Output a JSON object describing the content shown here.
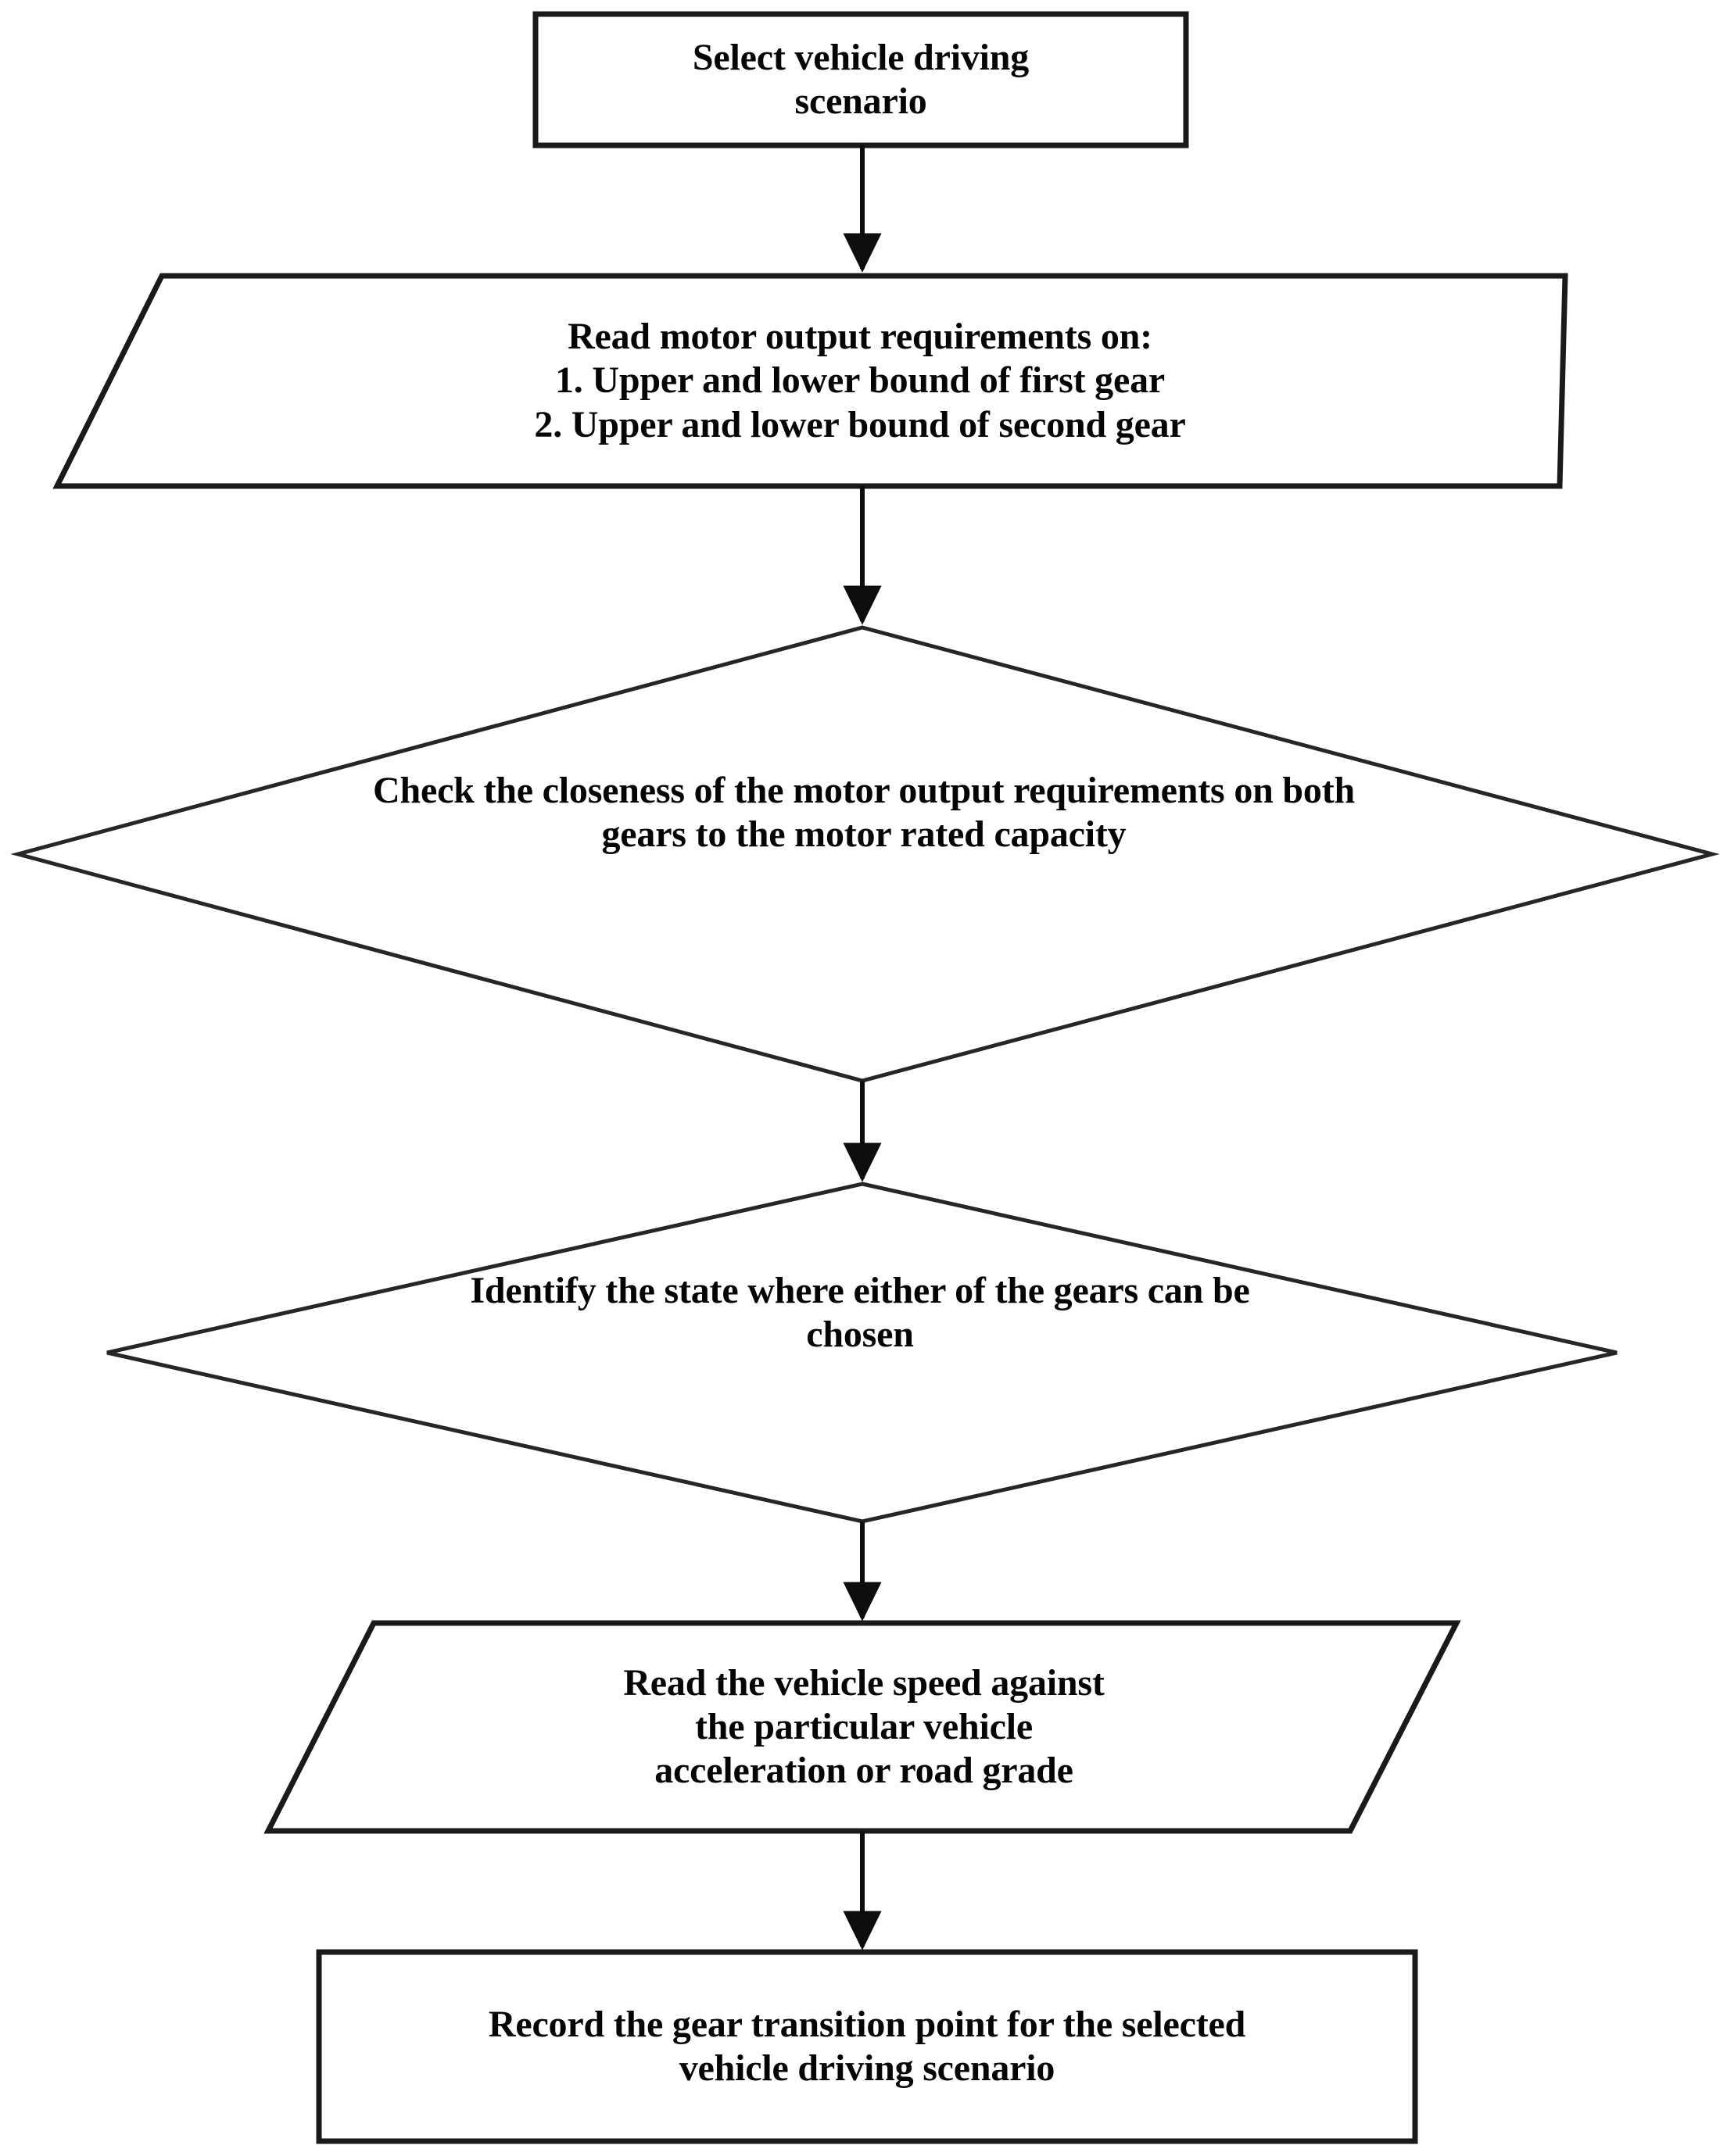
{
  "diagram": {
    "type": "flowchart",
    "title": "Gear transition point selection flowchart",
    "orientation": "top-to-bottom",
    "background_color": "#ffffff",
    "line_color": "#1a1a1a",
    "text_color": "#050505",
    "nodes": [
      {
        "id": "start",
        "shape": "process",
        "label": "Select vehicle driving\nscenario"
      },
      {
        "id": "io1",
        "shape": "input-output",
        "label": "Read motor output requirements on:\n1. Upper and lower bound of first gear\n2. Upper and lower bound of second gear"
      },
      {
        "id": "decision1",
        "shape": "decision",
        "label": "Check the closeness of the motor output requirements on both\ngears to the motor rated capacity"
      },
      {
        "id": "decision2",
        "shape": "decision",
        "label": "Identify the state where either of the gears can be\nchosen"
      },
      {
        "id": "io2",
        "shape": "input-output",
        "label": "Read the vehicle speed against\nthe particular vehicle\nacceleration or road grade"
      },
      {
        "id": "end",
        "shape": "process",
        "label": "Record the gear transition point for the selected\nvehicle driving scenario"
      }
    ],
    "edges": [
      {
        "from": "start",
        "to": "io1",
        "label": "",
        "arrow": "down"
      },
      {
        "from": "io1",
        "to": "decision1",
        "label": "",
        "arrow": "down"
      },
      {
        "from": "decision1",
        "to": "decision2",
        "label": "",
        "arrow": "down"
      },
      {
        "from": "decision2",
        "to": "io2",
        "label": "",
        "arrow": "down"
      },
      {
        "from": "io2",
        "to": "end",
        "label": "",
        "arrow": "down"
      }
    ]
  }
}
